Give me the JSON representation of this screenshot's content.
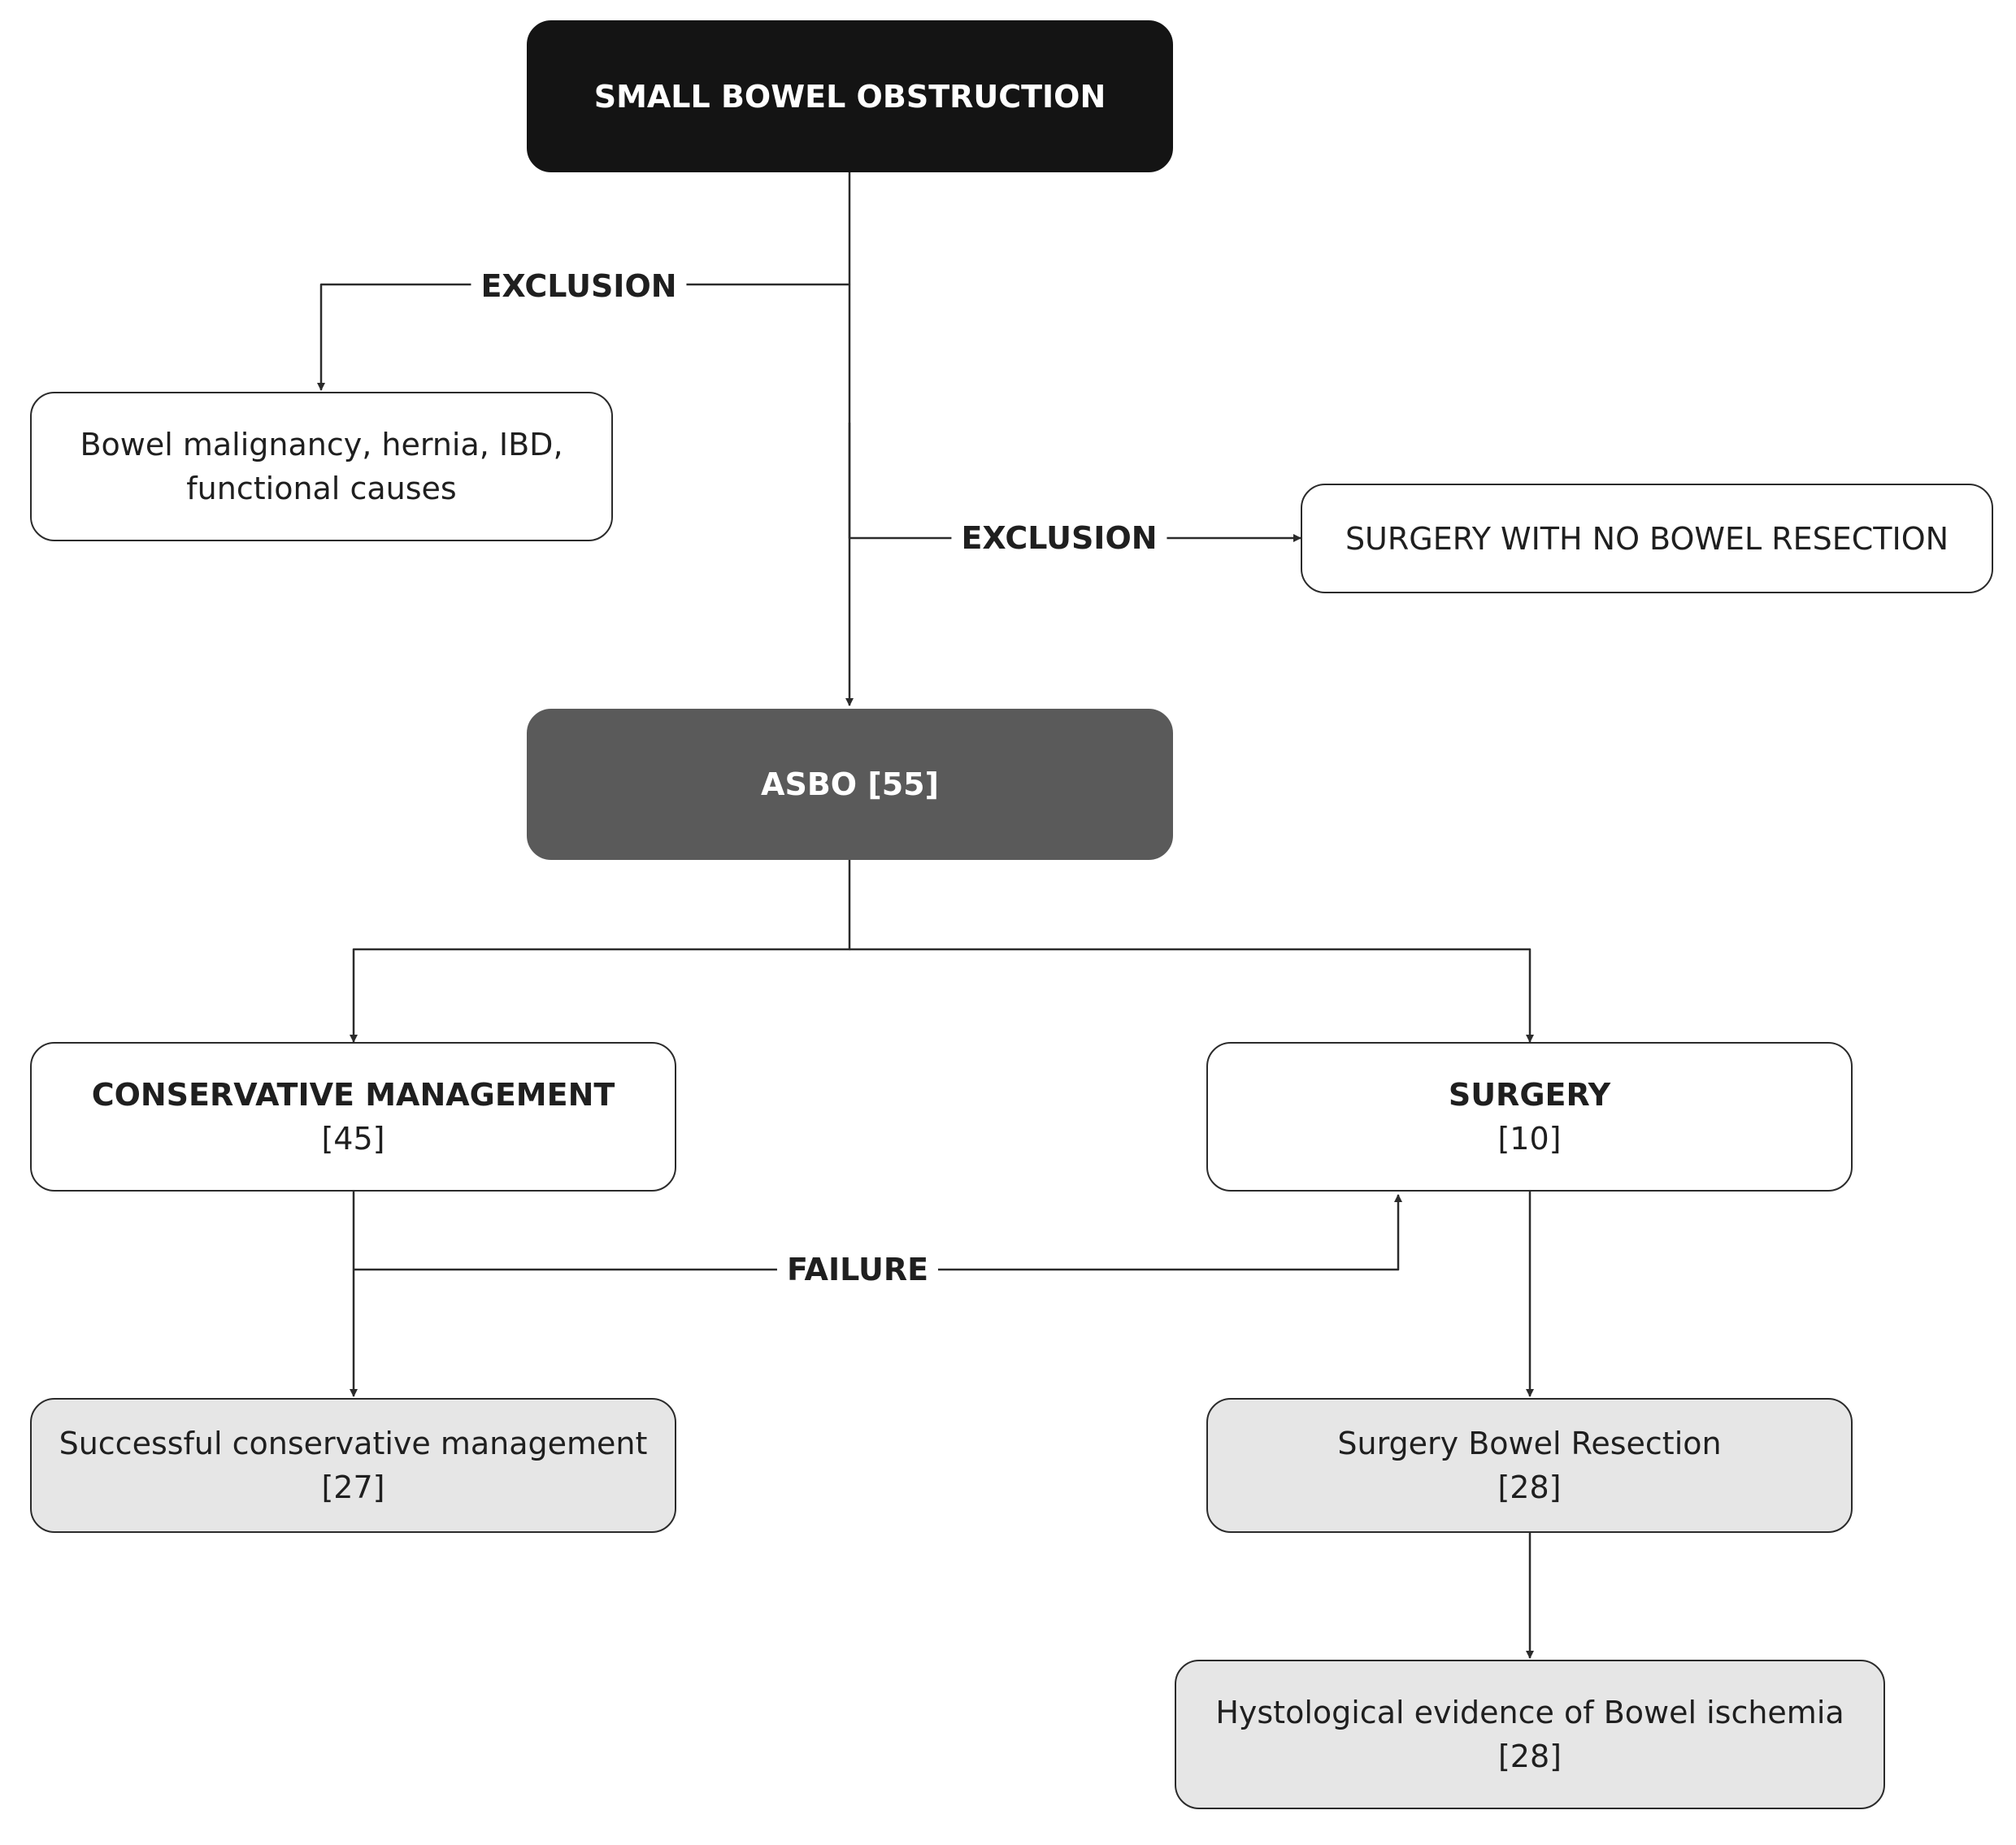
{
  "nodes": {
    "sbo": "SMALL BOWEL OBSTRUCTION",
    "excl_left": "Bowel malignancy, hernia, IBD, functional causes",
    "excl_right": "SURGERY WITH NO BOWEL RESECTION",
    "asbo": "ASBO [55]",
    "conservative": {
      "title": "CONSERVATIVE MANAGEMENT",
      "count": "[45]"
    },
    "surgery": {
      "title": "SURGERY",
      "count": "[10]"
    },
    "successful": {
      "title": "Successful conservative management",
      "count": "[27]"
    },
    "resection": {
      "title": "Surgery Bowel Resection",
      "count": "[28]"
    },
    "histology": {
      "title": "Hystological evidence of Bowel ischemia",
      "count": "[28]"
    }
  },
  "edge_labels": {
    "exclusion_left": "EXCLUSION",
    "exclusion_right": "EXCLUSION",
    "failure": "FAILURE"
  }
}
